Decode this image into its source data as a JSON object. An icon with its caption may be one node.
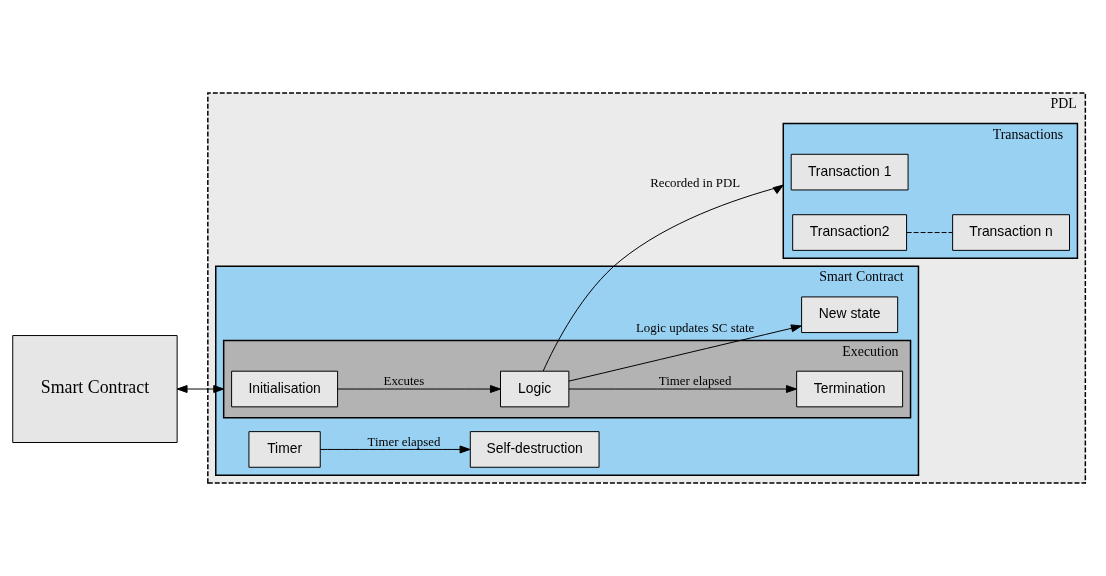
{
  "diagram": {
    "nodes": [
      {
        "text": [
          "Smart Contract"
        ]
      },
      {
        "text": [
          "PDL"
        ]
      },
      {
        "text": [
          "Smart Contract"
        ],
        "in": 1
      },
      {
        "text": [
          "Execution"
        ],
        "in": 2
      },
      {
        "text": [
          "Initialisation"
        ],
        "in": 3
      },
      {
        "text": [
          "Logic"
        ],
        "in": 3
      },
      {
        "text": [
          "Termination"
        ],
        "in": 3
      },
      {
        "text": [
          "Timer"
        ],
        "in": 2
      },
      {
        "text": [
          "Self-destruction"
        ],
        "in": 2
      },
      {
        "text": [
          "New state"
        ],
        "in": 2
      },
      {
        "text": [
          "Transactions"
        ],
        "in": 1
      },
      {
        "text": [
          "Transaction 1"
        ],
        "in": 10
      },
      {
        "text": [
          "Transaction2"
        ],
        "in": 10
      },
      {
        "text": [
          "Transaction n"
        ],
        "in": 10
      }
    ],
    "edges": [
      {
        "from": 0,
        "to": 3,
        "arrow": "both"
      },
      {
        "from": 4,
        "to": 5,
        "arrow": "to",
        "label": "Excutes"
      },
      {
        "from": 5,
        "to": 6,
        "arrow": "to",
        "label": "Timer elapsed"
      },
      {
        "from": 7,
        "to": 8,
        "arrow": "to",
        "label": "Timer elapsed"
      },
      {
        "from": 5,
        "to": 10,
        "arrow": "to",
        "label": "Recorded in PDL"
      },
      {
        "from": 5,
        "to": 9,
        "arrow": "to",
        "label": "Logic updates SC state"
      },
      {
        "from": 12,
        "to": 13,
        "arrow": "none",
        "style": "dashed"
      }
    ]
  }
}
